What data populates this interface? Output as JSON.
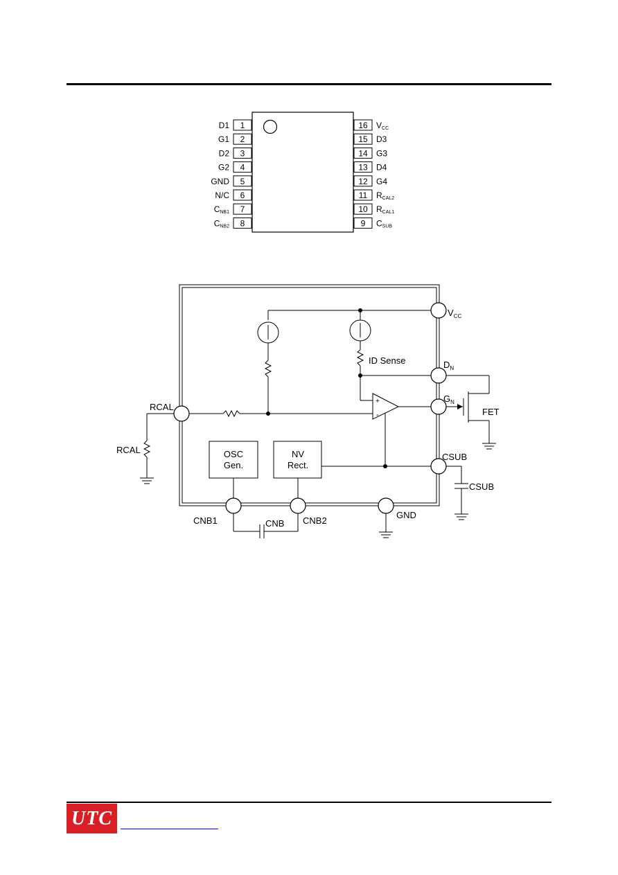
{
  "pinout": {
    "left_pins": [
      {
        "num": "1",
        "name": "D1",
        "sub": ""
      },
      {
        "num": "2",
        "name": "G1",
        "sub": ""
      },
      {
        "num": "3",
        "name": "D2",
        "sub": ""
      },
      {
        "num": "4",
        "name": "G2",
        "sub": ""
      },
      {
        "num": "5",
        "name": "GND",
        "sub": ""
      },
      {
        "num": "6",
        "name": "N/C",
        "sub": ""
      },
      {
        "num": "7",
        "name": "C",
        "sub": "NB1"
      },
      {
        "num": "8",
        "name": "C",
        "sub": "NB2"
      }
    ],
    "right_pins": [
      {
        "num": "16",
        "name": "V",
        "sub": "CC"
      },
      {
        "num": "15",
        "name": "D3",
        "sub": ""
      },
      {
        "num": "14",
        "name": "G3",
        "sub": ""
      },
      {
        "num": "13",
        "name": "D4",
        "sub": ""
      },
      {
        "num": "12",
        "name": "G4",
        "sub": ""
      },
      {
        "num": "11",
        "name": "R",
        "sub": "CAL2"
      },
      {
        "num": "10",
        "name": "R",
        "sub": "CAL1"
      },
      {
        "num": "9",
        "name": "C",
        "sub": "SUB"
      }
    ]
  },
  "block": {
    "vcc": {
      "main": "V",
      "sub": "CC"
    },
    "dn": {
      "main": "D",
      "sub": "N"
    },
    "gn": {
      "main": "G",
      "sub": "N"
    },
    "id_sense": "ID Sense",
    "fet": "FET",
    "rcal_pin": "RCAL",
    "rcal_resistor": "RCAL",
    "osc_line1": "OSC",
    "osc_line2": "Gen.",
    "nv_line1": "NV",
    "nv_line2": "Rect.",
    "csub_pin": "CSUB",
    "csub_cap": "CSUB",
    "cnb1": "CNB1",
    "cnb2": "CNB2",
    "cnb": "CNB",
    "gnd": "GND",
    "plus": "+",
    "minus": "-"
  },
  "footer": {
    "logo": "UTC"
  }
}
